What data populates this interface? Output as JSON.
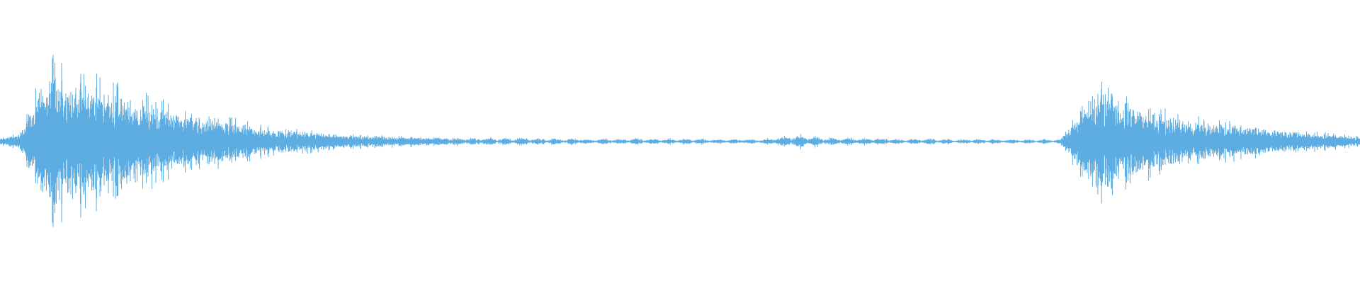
{
  "waveform": {
    "color": "#5dade2",
    "background": "#ffffff",
    "duration_samples": 3840,
    "amplitude_envelope": [
      {
        "t": 0.0,
        "amp": 0.04
      },
      {
        "t": 0.015,
        "amp": 0.1
      },
      {
        "t": 0.025,
        "amp": 0.55
      },
      {
        "t": 0.04,
        "amp": 0.92
      },
      {
        "t": 0.06,
        "amp": 0.8
      },
      {
        "t": 0.085,
        "amp": 0.62
      },
      {
        "t": 0.11,
        "amp": 0.5
      },
      {
        "t": 0.14,
        "amp": 0.33
      },
      {
        "t": 0.17,
        "amp": 0.26
      },
      {
        "t": 0.2,
        "amp": 0.16
      },
      {
        "t": 0.26,
        "amp": 0.08
      },
      {
        "t": 0.32,
        "amp": 0.05
      },
      {
        "t": 0.42,
        "amp": 0.04
      },
      {
        "t": 0.56,
        "amp": 0.03
      },
      {
        "t": 0.585,
        "amp": 0.09
      },
      {
        "t": 0.61,
        "amp": 0.05
      },
      {
        "t": 0.7,
        "amp": 0.03
      },
      {
        "t": 0.78,
        "amp": 0.03
      },
      {
        "t": 0.79,
        "amp": 0.3
      },
      {
        "t": 0.805,
        "amp": 0.68
      },
      {
        "t": 0.83,
        "amp": 0.48
      },
      {
        "t": 0.87,
        "amp": 0.28
      },
      {
        "t": 0.92,
        "amp": 0.19
      },
      {
        "t": 0.96,
        "amp": 0.12
      },
      {
        "t": 1.0,
        "amp": 0.06
      }
    ],
    "quiet_pulses": [
      {
        "from": 0.33,
        "to": 0.78,
        "spacing": 0.012
      }
    ]
  }
}
